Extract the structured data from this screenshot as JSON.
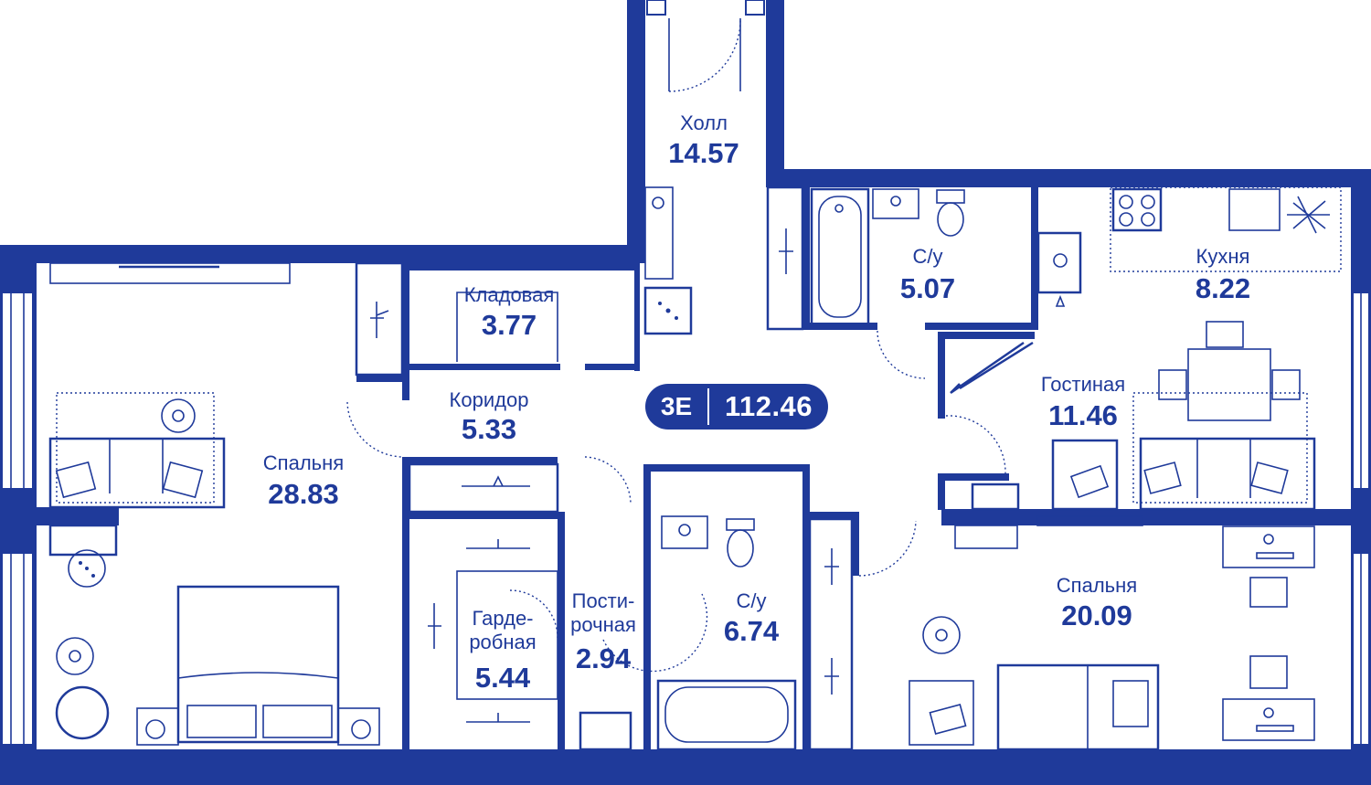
{
  "plan": {
    "type_code": "3Е",
    "total_area": "112.46"
  },
  "rooms": [
    {
      "key": "hall",
      "name": "Холл",
      "area": "14.57"
    },
    {
      "key": "bath1",
      "name": "С/у",
      "area": "5.07"
    },
    {
      "key": "kitchen",
      "name": "Кухня",
      "area": "8.22"
    },
    {
      "key": "storage",
      "name": "Кладовая",
      "area": "3.77"
    },
    {
      "key": "corridor",
      "name": "Коридор",
      "area": "5.33"
    },
    {
      "key": "living",
      "name": "Гостиная",
      "area": "11.46"
    },
    {
      "key": "bedroom1",
      "name": "Спальня",
      "area": "28.83"
    },
    {
      "key": "wardrobe",
      "name": "Гарде-\nробная",
      "area": "5.44"
    },
    {
      "key": "laundry",
      "name": "Пости-\nрочная",
      "area": "2.94"
    },
    {
      "key": "bath2",
      "name": "С/у",
      "area": "6.74"
    },
    {
      "key": "bedroom2",
      "name": "Спальня",
      "area": "20.09"
    }
  ],
  "colors": {
    "primary": "#1f3a9a",
    "background": "#ffffff"
  }
}
